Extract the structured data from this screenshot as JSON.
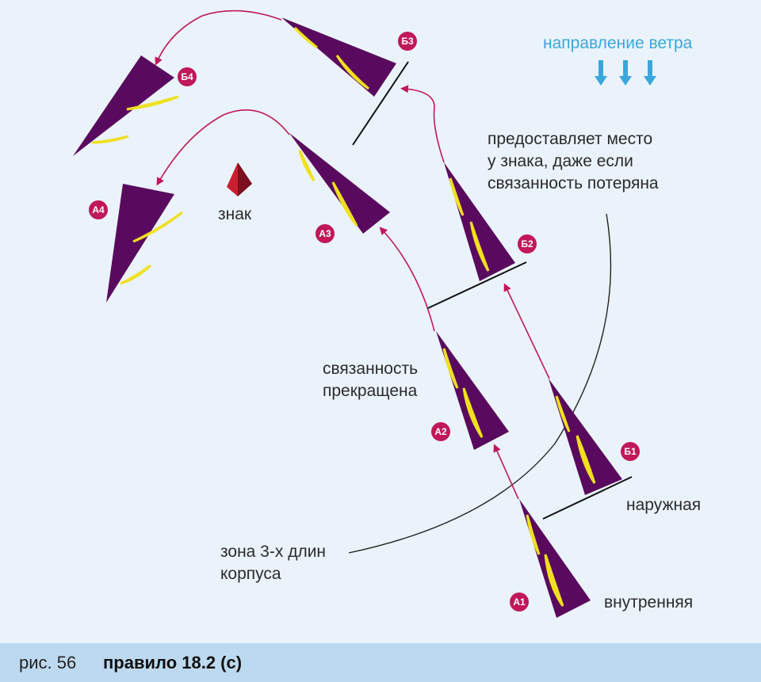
{
  "wind": {
    "label": "направление ветра"
  },
  "annotations": {
    "room": [
      "предоставляет место",
      "у знака, даже если",
      "связанность потеряна"
    ],
    "overlap": [
      "связанность",
      "прекращена"
    ],
    "zone": [
      "зона 3-х длин",
      "корпуса"
    ],
    "outside": "наружная",
    "inside": "внутренняя",
    "mark": "знак"
  },
  "boats": {
    "a1": "А1",
    "a2": "А2",
    "a3": "А3",
    "a4": "А4",
    "b1": "Б1",
    "b2": "Б2",
    "b3": "Б3",
    "b4": "Б4"
  },
  "caption": {
    "number": "рис. 56",
    "rule": "правило 18.2 (с)"
  },
  "colors": {
    "hull": "#5a0a5e",
    "sail": "#f0e020",
    "track": "#c0185a",
    "wind": "#3aa6dc",
    "mark": "#b0182a"
  }
}
